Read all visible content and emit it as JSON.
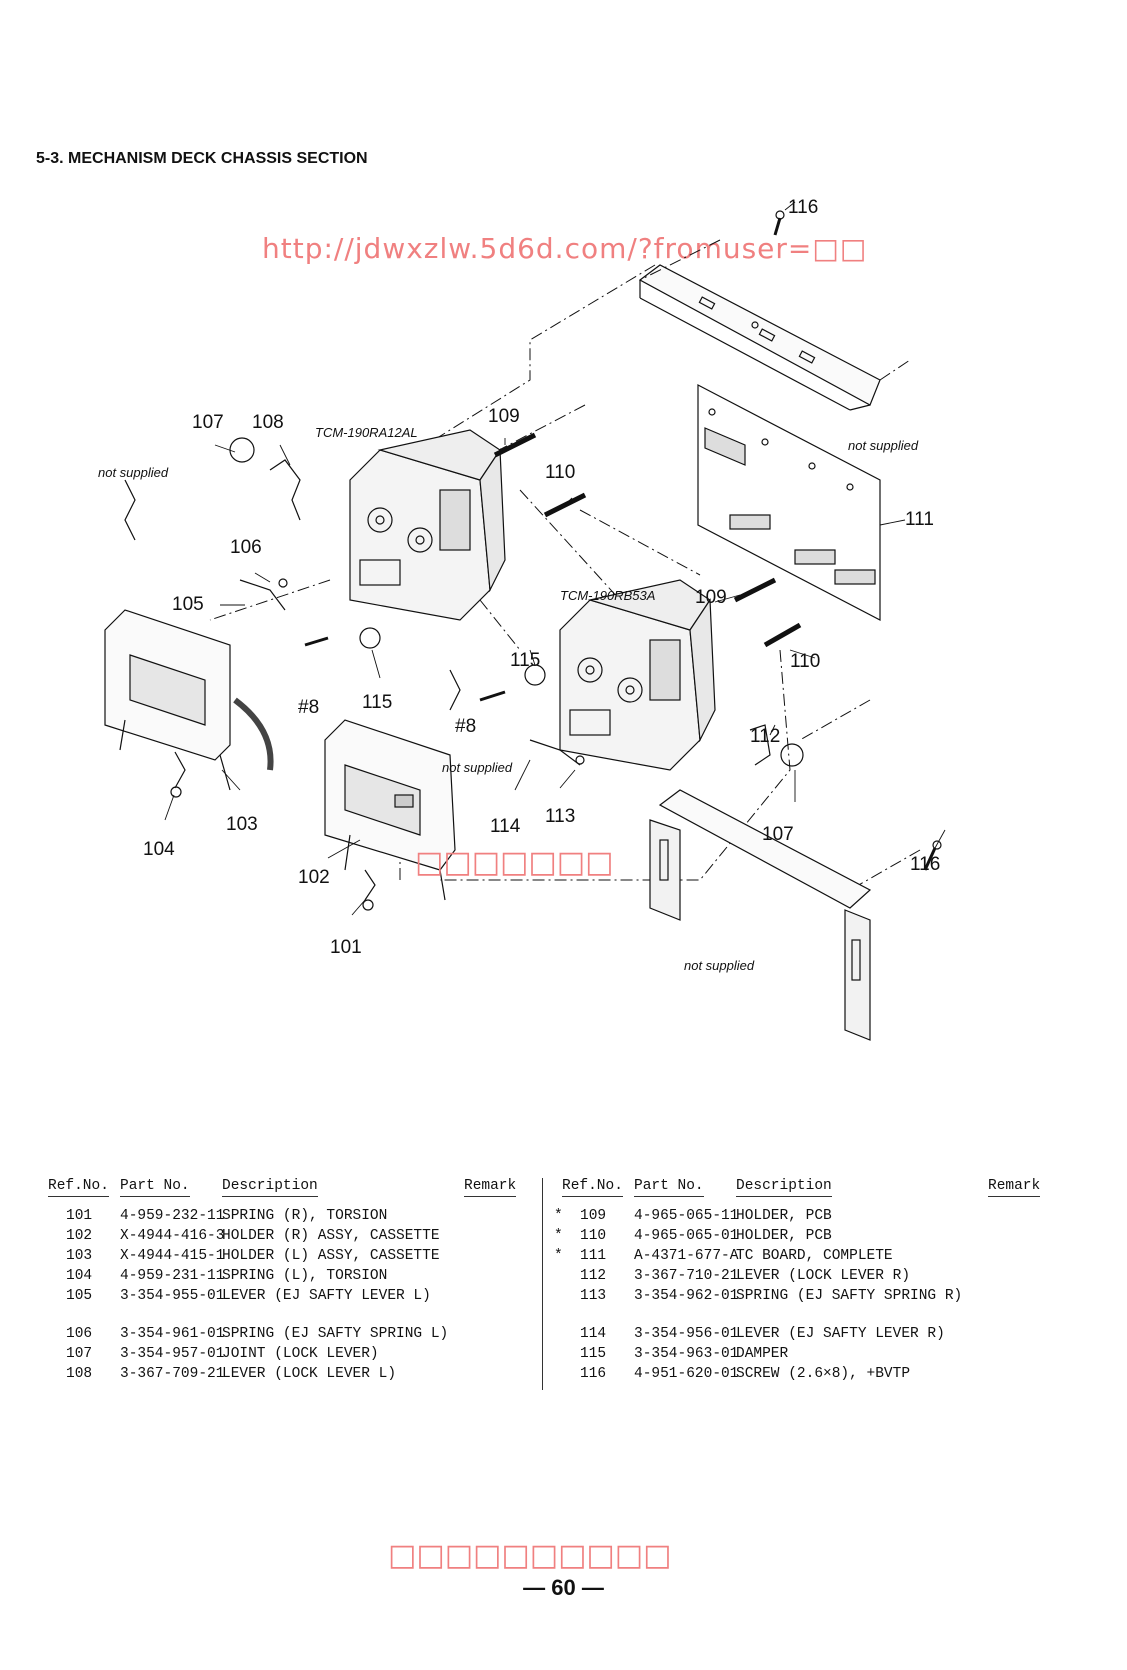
{
  "section_title": "5-3.   MECHANISM DECK CHASSIS SECTION",
  "watermark_url": "http://jdwxzlw.5d6d.com/?fromuser=□□",
  "watermark_mid": "□□□□□□□",
  "watermark_bottom": "□□□□□□□□□□",
  "diagram": {
    "callouts": {
      "c101": "101",
      "c102": "102",
      "c103": "103",
      "c104": "104",
      "c105": "105",
      "c106": "106",
      "c107a": "107",
      "c107b": "107",
      "c108": "108",
      "c109a": "109",
      "c109b": "109",
      "c110a": "110",
      "c110b": "110",
      "c111": "111",
      "c112": "112",
      "c113": "113",
      "c114": "114",
      "c115a": "115",
      "c115b": "115",
      "c116a": "116",
      "c116b": "116",
      "s8a": "#8",
      "s8b": "#8"
    },
    "models": {
      "left": "TCM-190RA12AL",
      "right": "TCM-190RB53A"
    },
    "not_supplied": "not supplied"
  },
  "table_headers": {
    "ref": "Ref.No.",
    "part": "Part No.",
    "desc": "Description",
    "remark": "Remark"
  },
  "parts_left": [
    {
      "ref": "101",
      "part": "4-959-232-11",
      "desc": "SPRING (R), TORSION"
    },
    {
      "ref": "102",
      "part": "X-4944-416-3",
      "desc": "HOLDER (R) ASSY, CASSETTE"
    },
    {
      "ref": "103",
      "part": "X-4944-415-1",
      "desc": "HOLDER (L) ASSY, CASSETTE"
    },
    {
      "ref": "104",
      "part": "4-959-231-11",
      "desc": "SPRING (L), TORSION"
    },
    {
      "ref": "105",
      "part": "3-354-955-01",
      "desc": "LEVER (EJ SAFTY LEVER L)"
    },
    {
      "ref": "106",
      "part": "3-354-961-01",
      "desc": "SPRING (EJ SAFTY SPRING L)"
    },
    {
      "ref": "107",
      "part": "3-354-957-01",
      "desc": "JOINT (LOCK LEVER)"
    },
    {
      "ref": "108",
      "part": "3-367-709-21",
      "desc": "LEVER (LOCK LEVER L)"
    }
  ],
  "parts_right": [
    {
      "mark": "*",
      "ref": "109",
      "part": "4-965-065-11",
      "desc": "HOLDER, PCB"
    },
    {
      "mark": "*",
      "ref": "110",
      "part": "4-965-065-01",
      "desc": "HOLDER, PCB"
    },
    {
      "mark": "*",
      "ref": "111",
      "part": "A-4371-677-A",
      "desc": "TC BOARD, COMPLETE"
    },
    {
      "mark": "",
      "ref": "112",
      "part": "3-367-710-21",
      "desc": "LEVER (LOCK LEVER R)"
    },
    {
      "mark": "",
      "ref": "113",
      "part": "3-354-962-01",
      "desc": "SPRING (EJ SAFTY SPRING R)"
    },
    {
      "mark": "",
      "ref": "114",
      "part": "3-354-956-01",
      "desc": "LEVER (EJ SAFTY LEVER R)"
    },
    {
      "mark": "",
      "ref": "115",
      "part": "3-354-963-01",
      "desc": "DAMPER"
    },
    {
      "mark": "",
      "ref": "116",
      "part": "4-951-620-01",
      "desc": "SCREW (2.6×8), +BVTP"
    }
  ],
  "page_number": "— 60 —"
}
